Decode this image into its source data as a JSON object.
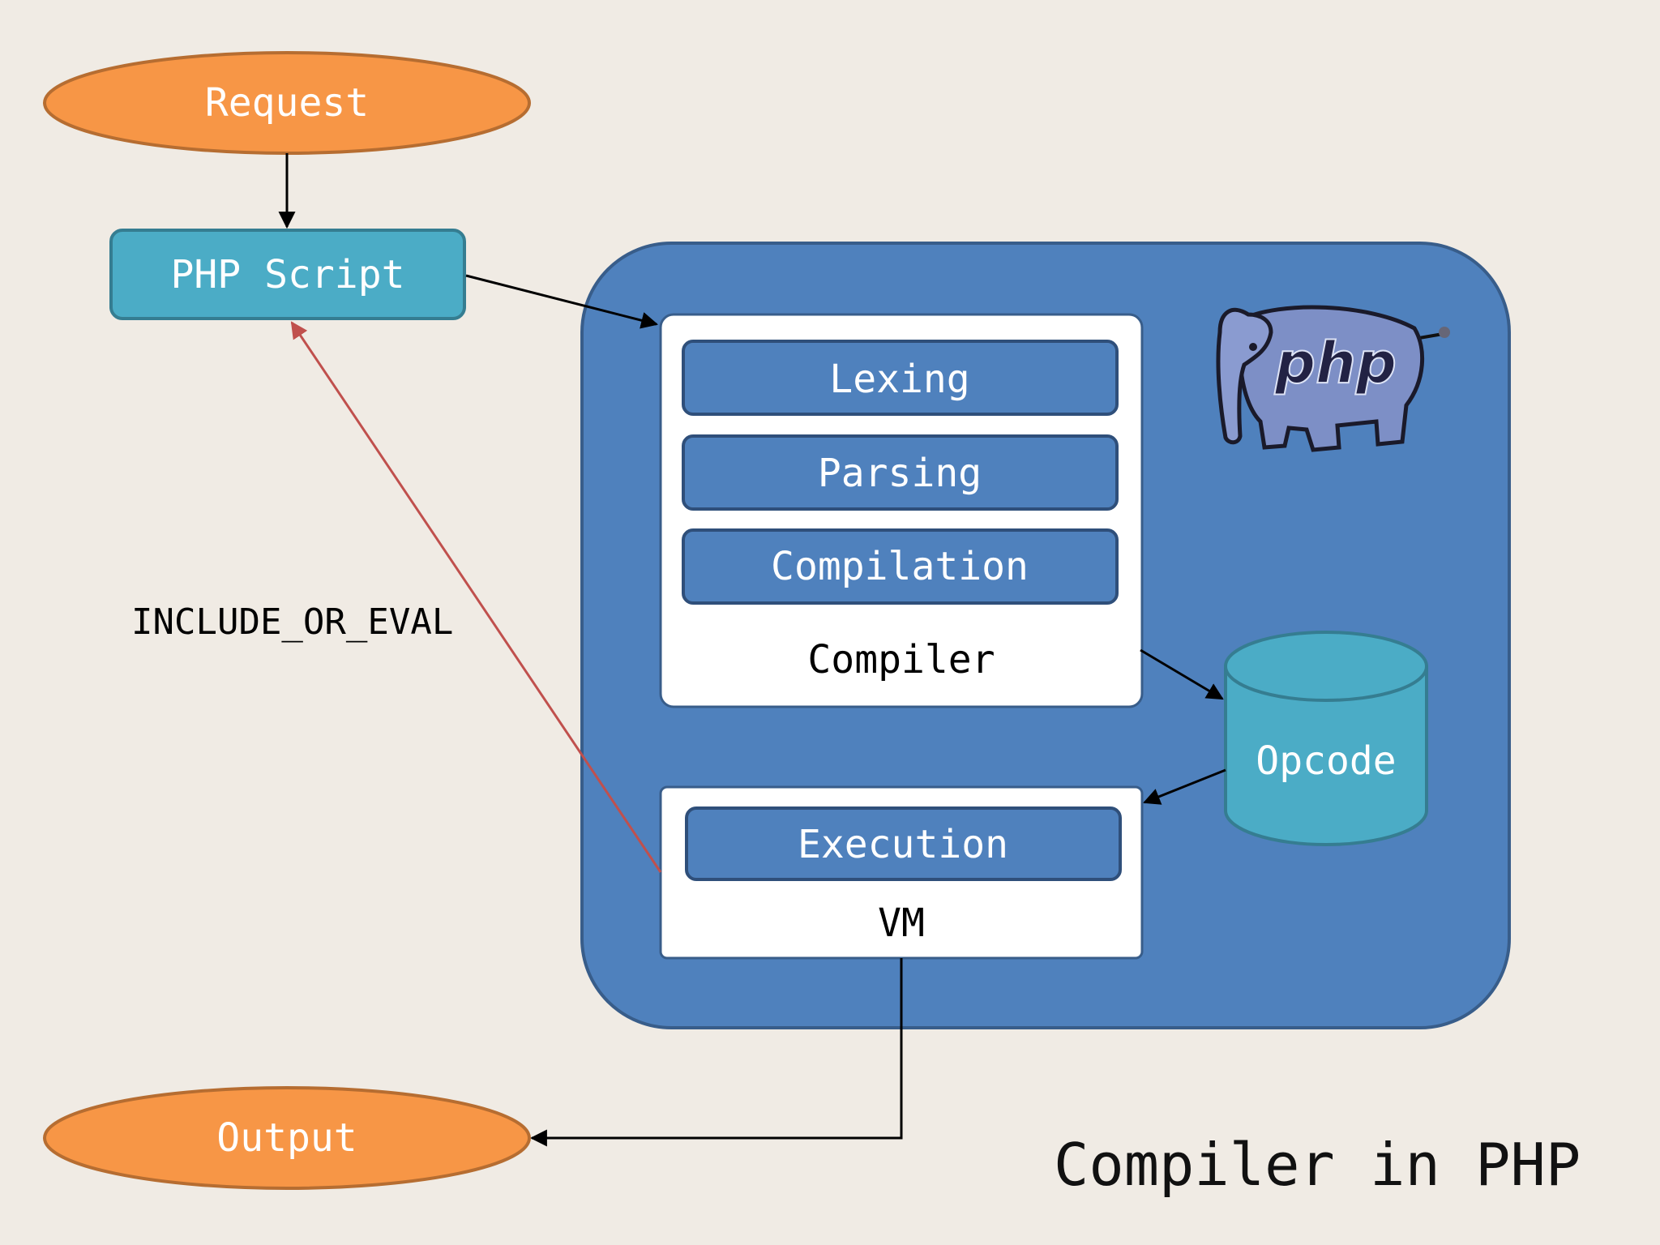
{
  "nodes": {
    "request": "Request",
    "php_script": "PHP Script",
    "lexing": "Lexing",
    "parsing": "Parsing",
    "compilation": "Compilation",
    "compiler": "Compiler",
    "opcode": "Opcode",
    "execution": "Execution",
    "vm": "VM",
    "output": "Output"
  },
  "edges": {
    "include_label": "INCLUDE_OR_EVAL"
  },
  "logo": {
    "text": "php"
  },
  "title": "Compiler in PHP",
  "colors": {
    "background": "#f0ebe4",
    "orange": "#f79646",
    "cyan": "#4bacc6",
    "blue": "#4f81bd",
    "arrow_red": "#c0504d"
  }
}
